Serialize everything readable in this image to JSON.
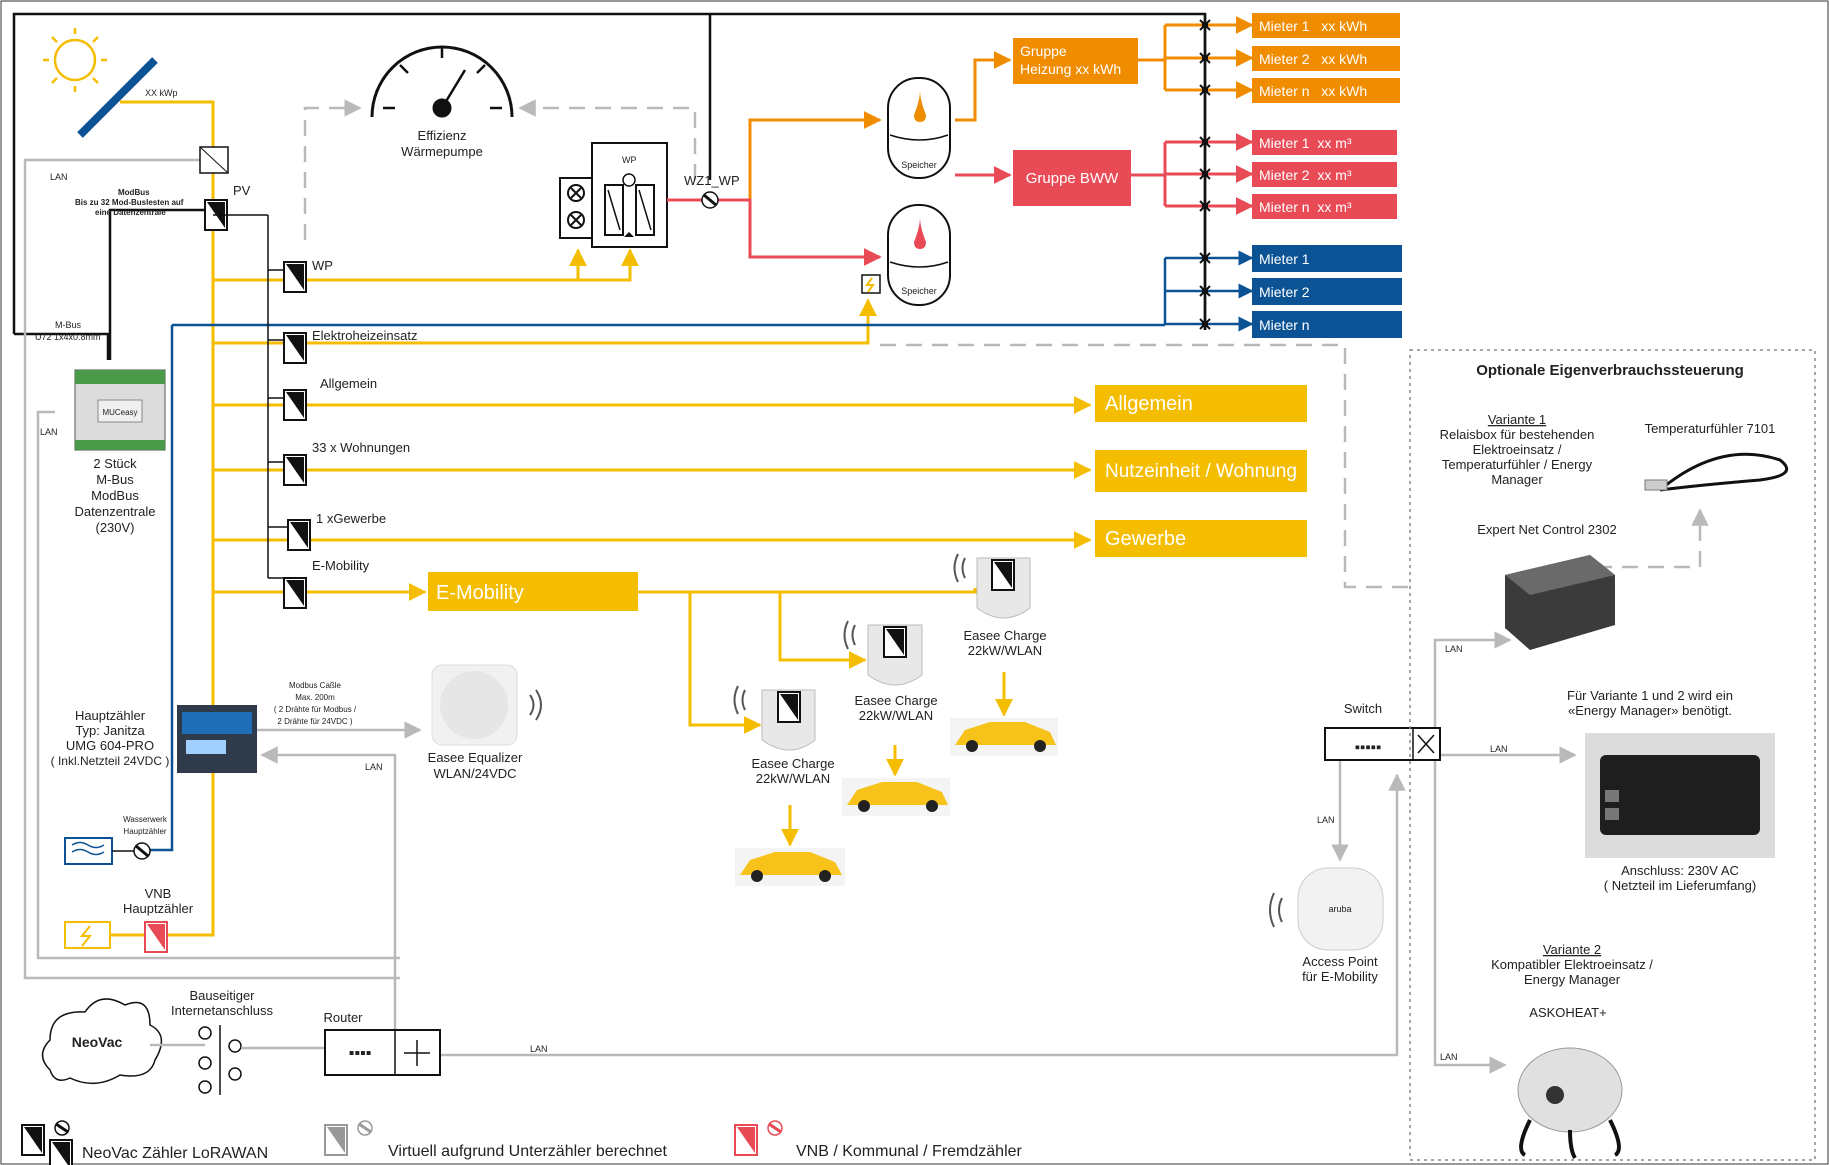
{
  "colors": {
    "yellow": "#f5bd00",
    "orange": "#f08c00",
    "red": "#e84b55",
    "blue": "#0b5394",
    "grey": "#b9b9b9",
    "black": "#111111",
    "car_yellow": "#f7c21a"
  },
  "top_area": {
    "pv_rating": "XX kWp",
    "pv_label": "PV",
    "lan_label": "LAN",
    "modbus_label": "ModBus",
    "modbus_desc_1": "Bis zu 32 Mod-Buslesten auf",
    "modbus_desc_2": "eine Datenzentrale",
    "gauge_label_1": "Effizienz",
    "gauge_label_2": "Wärmepumpe",
    "wp_unit_label": "WP",
    "wz_label": "WZ1_WP",
    "storage_label": "Speicher"
  },
  "meters": [
    {
      "label": "WP"
    },
    {
      "label": "Elektroheizeinsatz"
    },
    {
      "label": "Allgemein"
    },
    {
      "label": "33 x Wohnungen"
    },
    {
      "label": "1 xGewerbe"
    },
    {
      "label": "E-Mobility"
    }
  ],
  "groups": {
    "heizung_line1": "Gruppe",
    "heizung_line2": "Heizung xx kWh",
    "bww": "Gruppe BWW"
  },
  "tenants_heat": [
    "Mieter 1   xx kWh",
    "Mieter 2   xx kWh",
    "Mieter n   xx kWh"
  ],
  "tenants_water": [
    "Mieter 1  xx m³",
    "Mieter 2  xx m³",
    "Mieter n  xx m³"
  ],
  "tenants_elec": [
    "Mieter 1",
    "Mieter 2",
    "Mieter n"
  ],
  "consumer_boxes": {
    "allgemein": "Allgemein",
    "wohnung": "Nutzeinheit / Wohnung",
    "gewerbe": "Gewerbe",
    "emobility": "E-Mobility"
  },
  "datacenter": {
    "mbus_1": "M-Bus",
    "mbus_2": "U72 1x4x0.8mm",
    "device_text": "MUCeasy",
    "lan": "LAN",
    "desc": [
      "2 Stück",
      "M-Bus",
      "ModBus",
      "Datenzentrale",
      "(230V)"
    ]
  },
  "main_meter": {
    "desc": [
      "Hauptzähler",
      "Typ: Janitza",
      "UMG 604-PRO",
      "( Inkl.Netzteil 24VDC )"
    ],
    "cable_desc": [
      "Modbus Caßle",
      "Max. 200m",
      "( 2 Drähte für Modbus /",
      "2 Drähte für 24VDC )"
    ],
    "lan": "LAN"
  },
  "equalizer": [
    "Easee Equalizer",
    "WLAN/24VDC"
  ],
  "water": [
    "Wasserwerk",
    "Hauptzähler"
  ],
  "vnb": [
    "VNB",
    "Hauptzähler"
  ],
  "chargers": [
    {
      "line1": "Easee Charge",
      "line2": "22kW/WLAN"
    },
    {
      "line1": "Easee Charge",
      "line2": "22kW/WLAN"
    },
    {
      "line1": "Easee Charge",
      "line2": "22kW/WLAN"
    }
  ],
  "network": {
    "cloud": "NeoVac",
    "internet_1": "Bauseitiger",
    "internet_2": "Internetanschluss",
    "router": "Router",
    "lan": "LAN",
    "switch": "Switch",
    "ap_brand": "aruba",
    "ap_1": "Access Point",
    "ap_2": "für E-Mobility"
  },
  "optional": {
    "title": "Optionale Eigenverbrauchssteuerung",
    "variant1_title": "Variante 1",
    "variant1_desc": [
      "Relaisbox für bestehenden",
      "Elektroeinsatz /",
      "Temperaturfühler / Energy",
      "Manager"
    ],
    "temp_sensor": "Temperaturfühler 7101",
    "enc": "Expert Net Control 2302",
    "energy_note": [
      "Für Variante 1 und 2 wird ein",
      "«Energy Manager» benötigt."
    ],
    "energy_power": [
      "Anschluss: 230V AC",
      "( Netzteil im Lieferumfang)"
    ],
    "variant2_title": "Variante 2",
    "variant2_desc": [
      "Kompatibler Elektroeinsatz /",
      "Energy Manager"
    ],
    "askoheat": "ASKOHEAT+",
    "lan": "LAN"
  },
  "legend": [
    "NeoVac Zähler LoRAWAN",
    "Virtuell aufgrund Unterzähler berechnet",
    "VNB / Kommunal / Fremdzähler"
  ]
}
